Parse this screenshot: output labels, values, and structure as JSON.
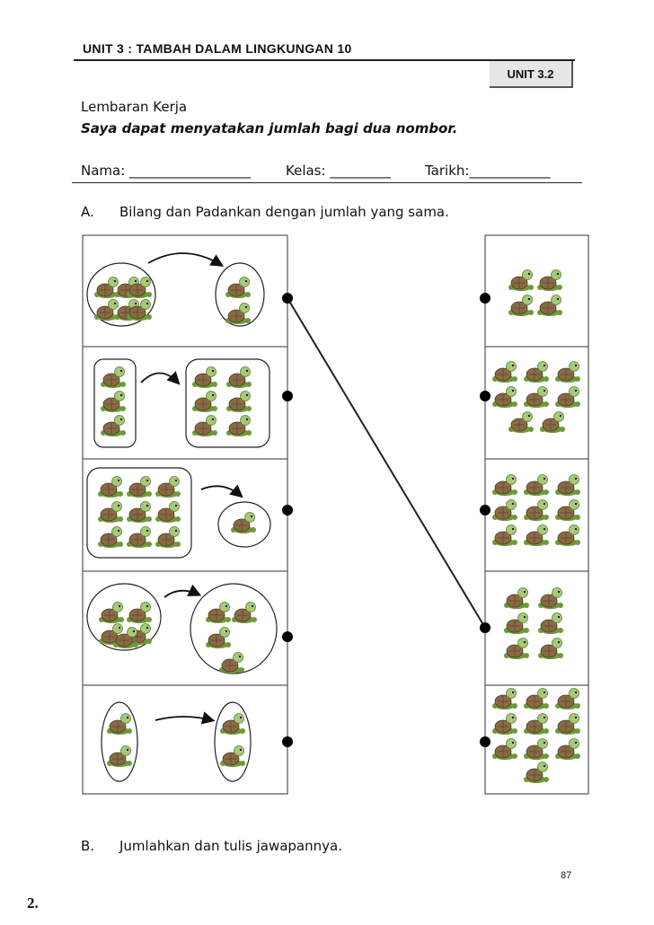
{
  "header": {
    "unit_title": "UNIT 3 : TAMBAH DALAM LINGKUNGAN 10",
    "unit_badge": "UNIT 3.2"
  },
  "worksheet": {
    "label": "Lembaran Kerja",
    "objective": "Saya dapat menyatakan jumlah bagi dua nombor."
  },
  "student_info": {
    "nama": "Nama: __________________",
    "kelas": "Kelas: _________",
    "tarikh": "Tarikh:____________"
  },
  "section_a": {
    "letter": "A.",
    "instruction": "Bilang dan Padankan dengan jumlah yang sama.",
    "left_boxes": [
      {
        "first_group": 6,
        "second_group": 2
      },
      {
        "first_group": 3,
        "second_group": 6
      },
      {
        "first_group": 9,
        "second_group": 1
      },
      {
        "first_group": 5,
        "second_group": 4
      },
      {
        "first_group": 2,
        "second_group": 2
      }
    ],
    "right_boxes": [
      {
        "count": 4
      },
      {
        "count": 8
      },
      {
        "count": 9
      },
      {
        "count": 6
      },
      {
        "count": 10
      }
    ],
    "drawn_match": {
      "left_row": 1,
      "right_row": 4
    }
  },
  "section_b": {
    "letter": "B.",
    "instruction": "Jumlahkan dan tulis jawapannya."
  },
  "footer": {
    "page_number": "87",
    "corner_mark": "2."
  }
}
